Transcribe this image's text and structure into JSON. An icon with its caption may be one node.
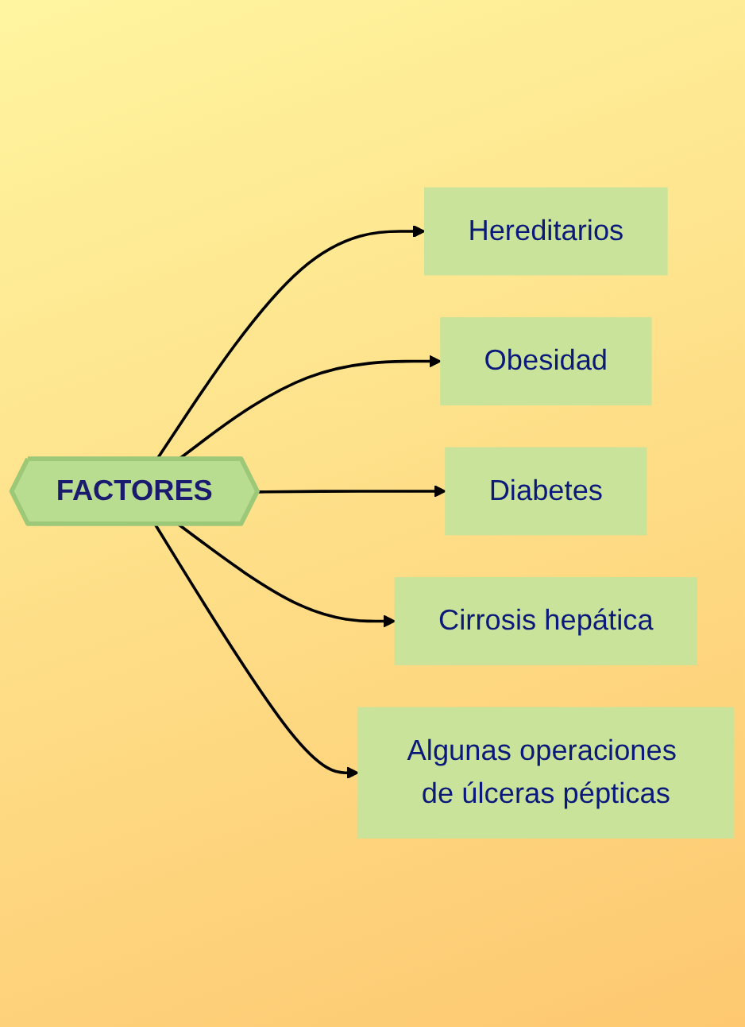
{
  "diagram": {
    "nodes": [
      {
        "text": [
          "FACTORES"
        ]
      },
      {
        "text": [
          "Hereditarios"
        ]
      },
      {
        "text": [
          "Obesidad"
        ]
      },
      {
        "text": [
          "Diabetes"
        ]
      },
      {
        "text": [
          "Cirrosis hepática"
        ]
      },
      {
        "text": [
          "Algunas operaciones de úlceras pépticas"
        ]
      }
    ],
    "edges": [
      {
        "from": 0,
        "to": 1,
        "arrow": "to"
      },
      {
        "from": 0,
        "to": 2,
        "arrow": "to"
      },
      {
        "from": 0,
        "to": 3,
        "arrow": "to"
      },
      {
        "from": 0,
        "to": 4,
        "arrow": "to"
      },
      {
        "from": 0,
        "to": 5,
        "arrow": "to"
      }
    ]
  }
}
